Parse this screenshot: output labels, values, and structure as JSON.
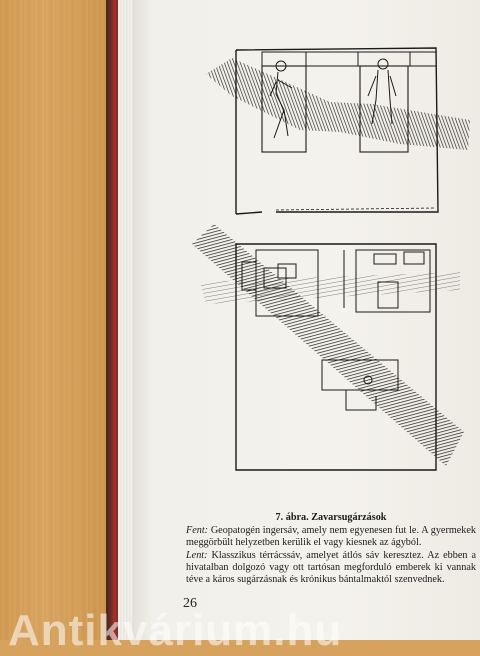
{
  "caption": {
    "title": "7. ábra. Zavarsugárzások",
    "top_label": "Fent:",
    "top_text": "Geopatogén ingersáv, amely nem egyenesen fut le. A gyermekek meggörbült helyzetben kerülik el vagy kiesnek az ágyból.",
    "bottom_label": "Lent:",
    "bottom_text": "Klasszikus térrácssáv, amelyet átlós sáv keresztez. Az ebben a hivatalban dolgozó vagy ott tartósan megforduló emberek ki vannak téve a káros sugárzásnak és krónikus bántalmaktól szenvednek."
  },
  "page_number": "26",
  "watermark": "Antikvárium.hu"
}
